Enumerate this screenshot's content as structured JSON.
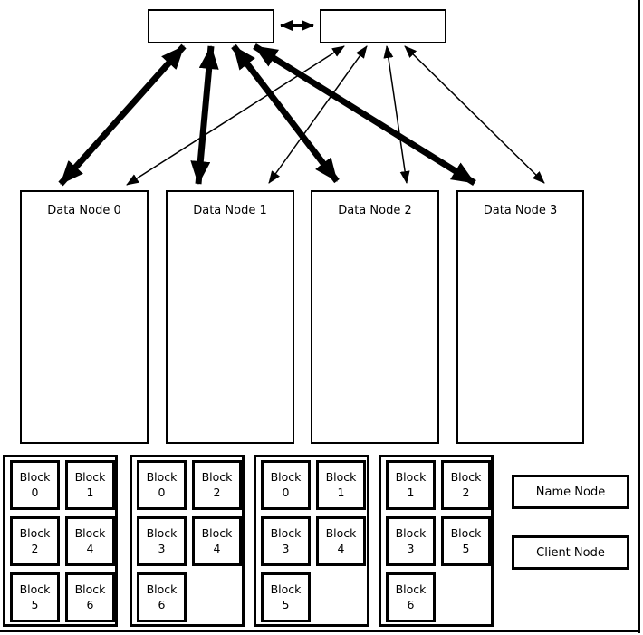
{
  "labels": {
    "block_word": "Block"
  },
  "data_nodes": [
    {
      "label": "Data Node 0"
    },
    {
      "label": "Data Node 1"
    },
    {
      "label": "Data Node 2"
    },
    {
      "label": "Data Node 3"
    }
  ],
  "block_groups": [
    {
      "data_node": "Data Node 0",
      "blocks": [
        "0",
        "1",
        "2",
        "4",
        "5",
        "6"
      ]
    },
    {
      "data_node": "Data Node 1",
      "blocks": [
        "0",
        "2",
        "3",
        "4",
        "6"
      ]
    },
    {
      "data_node": "Data Node 2",
      "blocks": [
        "0",
        "1",
        "3",
        "4",
        "5"
      ]
    },
    {
      "data_node": "Data Node 3",
      "blocks": [
        "1",
        "2",
        "3",
        "5",
        "6"
      ]
    }
  ],
  "legend": {
    "name_node": "Name Node",
    "client_node": "Client Node"
  },
  "colors": {
    "ink": "#000000",
    "background": "#ffffff"
  }
}
